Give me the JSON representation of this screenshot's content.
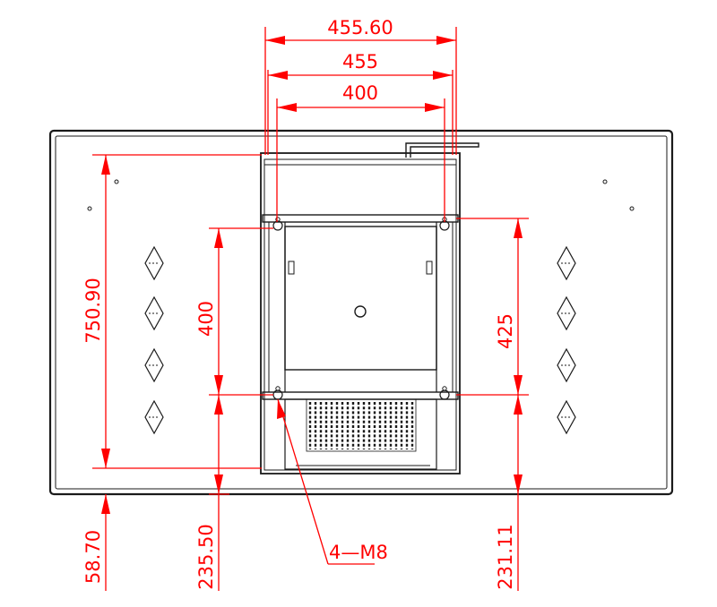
{
  "drawing": {
    "colors": {
      "dimension": "#ff0000",
      "outline": "#1a1a1a",
      "background": "#ffffff"
    },
    "dimensions": {
      "width_overall": "455.60",
      "width_mid": "455",
      "width_vesa": "400",
      "height_screen": "750.90",
      "height_vesa": "400",
      "height_right": "425",
      "bottom_left": "58.70",
      "bottom_mid": "235.50",
      "bottom_right": "231.11",
      "hole_callout": "4—M8"
    },
    "icons": {
      "vent_grille": "diamond-vent-icon",
      "heat_sink": "heat-sink-fins-icon",
      "mount_hole": "keyhole-mount-icon"
    }
  }
}
